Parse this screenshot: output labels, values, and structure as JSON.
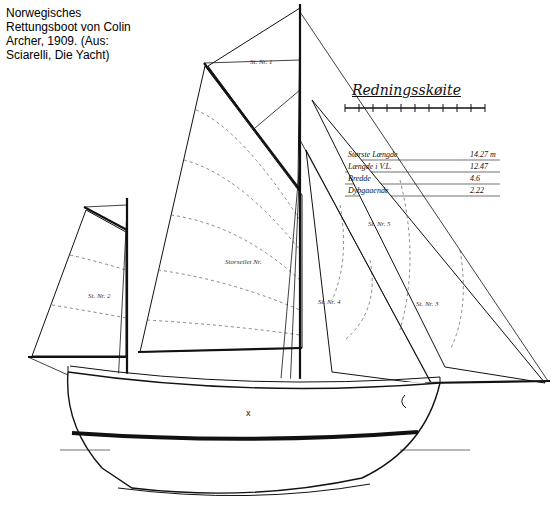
{
  "diagram": {
    "title": "Redningsskøite",
    "caption": "Norwegisches Rettungsboot von Colin Archer, 1909. (Aus: Sciarelli, Die Yacht)",
    "labels": [
      "Største Længde",
      "14.27 m",
      "Længde i V.L.",
      "12.47",
      "Bredde",
      "4.6",
      "Dybgaaende",
      "2.22",
      "St. Nr. 1",
      "Storseilet Nr.",
      "St. Nr. 2",
      "St. Nr. 4",
      "St. Nr. 5",
      "St. Nr. 3",
      "x"
    ]
  }
}
